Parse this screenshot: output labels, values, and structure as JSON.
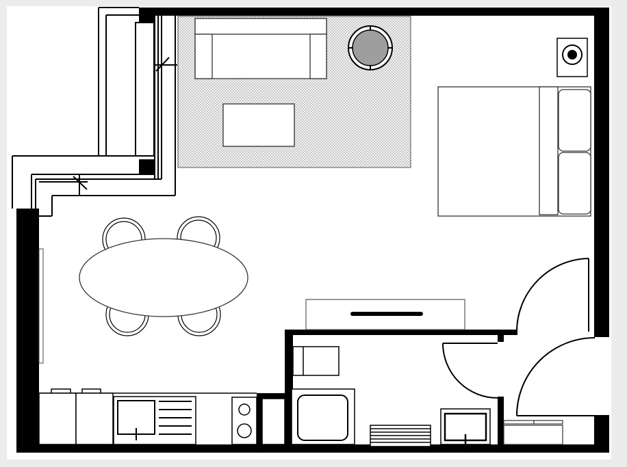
{
  "plan": {
    "colors": {
      "background": "#ececec",
      "paper": "#ffffff",
      "wall": "#000000",
      "rug": "#d4d4d4",
      "side_table_top": "#9e9e9e"
    },
    "rooms": [
      "living-area",
      "bedroom-area",
      "dining-area",
      "kitchen",
      "bathroom",
      "entry-hall",
      "balcony"
    ],
    "icons": [
      "sofa-icon",
      "coffee-table-icon",
      "round-side-table-icon",
      "lamp-icon",
      "double-bed-icon",
      "dining-table-icon",
      "chair-icon",
      "sink-icon",
      "hob-icon",
      "shower-tray-icon",
      "toilet-icon",
      "radiator-icon",
      "tv-console-icon",
      "door-swing-icon",
      "window-icon"
    ]
  }
}
